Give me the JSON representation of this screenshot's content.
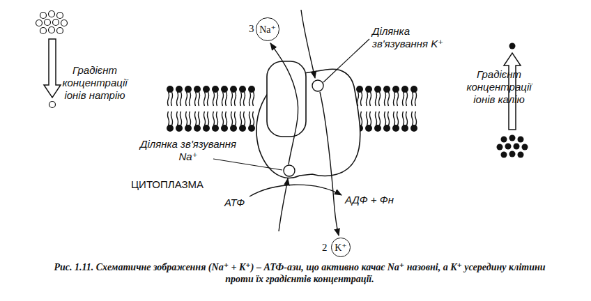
{
  "diagram": {
    "caption": "Рис. 1.11. Схематичне зображення (Na⁺ + K⁺) – АТФ-ази, що активно качає Na⁺ назовні, а K⁺ усередину клітини проти їх градієнтів концентрації.",
    "nodes": [
      {
        "text": [
          "Na⁺"
        ]
      },
      {
        "text": [
          "K⁺"
        ]
      }
    ],
    "labels": [
      "3",
      "Ділянка зв'язування K⁺",
      "Градієнт концентрації іонів натрію",
      "Градієнт концентрації іонів калію",
      "Ділянка зв'язування Na⁺",
      "ЦИТОПЛАЗМА",
      "АТФ",
      "АДФ + Фн",
      "2"
    ]
  }
}
